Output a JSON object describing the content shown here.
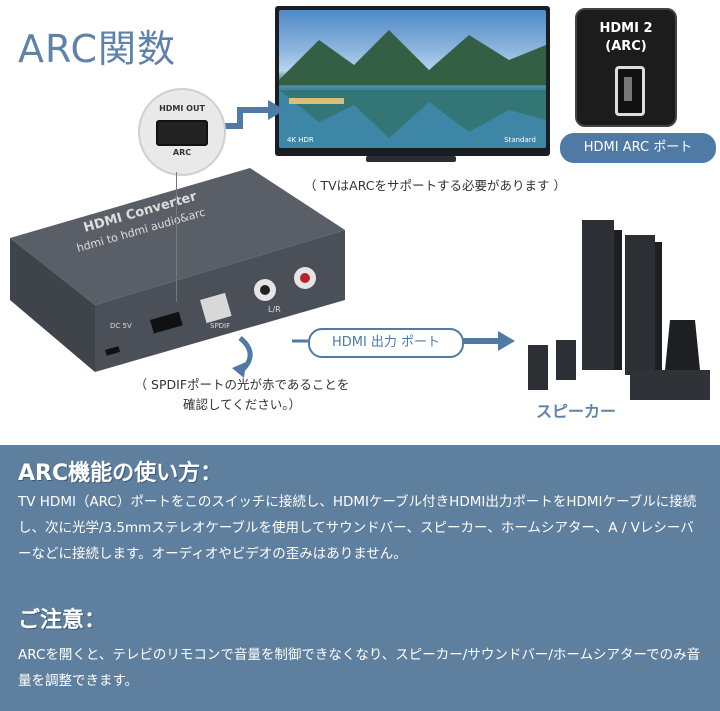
{
  "header": {
    "title": "ARC関数"
  },
  "tv": {
    "label_left": "4K HDR",
    "label_right": "Standard",
    "note": "（ TVはARCをサポートする必要があります ）"
  },
  "arc_box": {
    "line1": "HDMI 2",
    "line2": "(ARC)",
    "tag": "HDMI ARC ポート"
  },
  "converter": {
    "top_label": "HDMI Converter",
    "sub_label": "hdmi to hdmi audio&arc",
    "callout_top": "HDMI OUT",
    "callout_bottom": "ARC",
    "port_dc": "DC 5V",
    "port_hdmi_out": "HDMI OUT",
    "port_arc": "ARC",
    "port_spdif": "SPDIF",
    "port_lr": "L/R",
    "spdif_note": "（ SPDIFポートの光が赤であることを確認してください。）"
  },
  "hdmi_out_tag": "HDMI 出力 ポート",
  "speaker_label": "スピーカー",
  "section1": {
    "heading": "ARC機能の使い方：",
    "text": "TV HDMI（ARC）ポートをこのスイッチに接続し、HDMIケーブル付きHDMI出力ポートをHDMIケーブルに接続し、次に光学/3.5mmステレオケーブルを使用してサウンドバー、スピーカー、ホームシアター、A / Vレシーバーなどに接続します。オーディオやビデオの歪みはありません。"
  },
  "section2": {
    "heading": "ご注意：",
    "text": "ARCを開くと、テレビのリモコンで音量を制御できなくなり、スピーカー/サウンドバー/ホームシアターでのみ音量を調整できます。"
  },
  "colors": {
    "accent": "#5f83a8",
    "panel": "#5f7f9f",
    "tag_blue": "#4f7aa6"
  }
}
